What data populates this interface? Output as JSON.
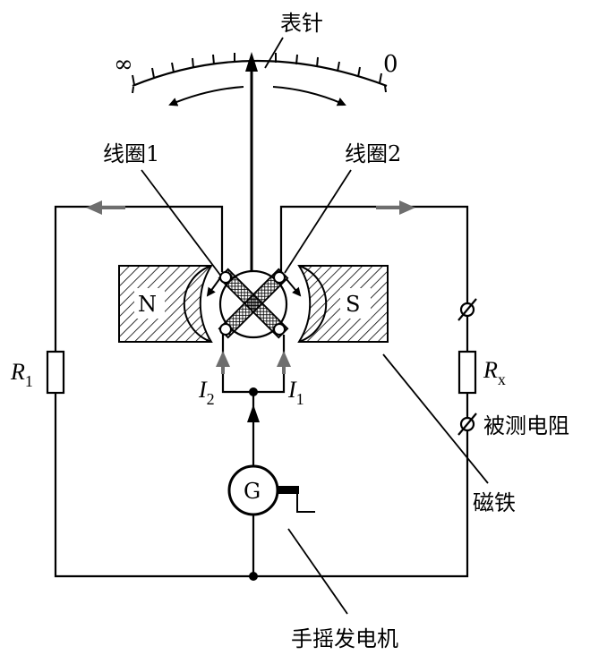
{
  "labels": {
    "pointer": "表针",
    "scale_infinity": "∞",
    "scale_zero": "0",
    "coil1": "线圈1",
    "coil2": "线圈2",
    "north": "N",
    "south": "S",
    "r1": "R",
    "r1_sub": "1",
    "rx": "R",
    "rx_sub": "x",
    "i2": "I",
    "i2_sub": "2",
    "i1": "I",
    "i1_sub": "1",
    "generator": "G",
    "measured_resistor": "被测电阻",
    "magnet": "磁铁",
    "hand_generator": "手摇发电机"
  },
  "colors": {
    "line": "#000000",
    "arrow_gray": "#6e6e6e",
    "background": "#ffffff"
  }
}
